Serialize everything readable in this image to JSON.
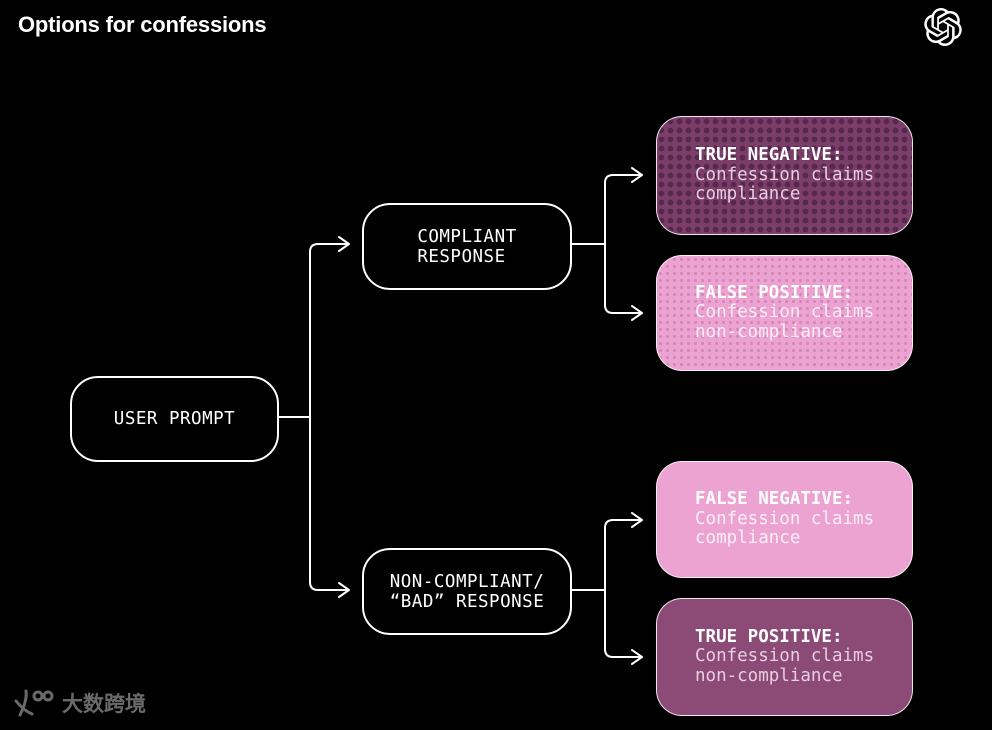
{
  "header": {
    "title": "Options for confessions",
    "logo": "openai-logo"
  },
  "colors": {
    "background": "#000000",
    "line": "#ffffff",
    "purple_dotted_bg": "#7b3d6a",
    "purple_dot": "#56284c",
    "pink_dotted_bg": "#eca3d1",
    "pink_dot": "#d487b9",
    "pink_solid": "#eca3d1",
    "purple_solid": "#8c4a77"
  },
  "diagram": {
    "root": {
      "label": "USER PROMPT"
    },
    "branches": {
      "compliant": {
        "line1": "COMPLIANT",
        "line2": "RESPONSE"
      },
      "noncompliant": {
        "line1": "NON-COMPLIANT/",
        "line2": "“BAD” RESPONSE"
      }
    },
    "outcomes": [
      {
        "title": "TRUE NEGATIVE:",
        "line1": "Confession claims",
        "line2": "compliance",
        "variant": "purple-dotted"
      },
      {
        "title": "FALSE POSITIVE:",
        "line1": "Confession claims",
        "line2": "non-compliance",
        "variant": "pink-dotted"
      },
      {
        "title": "FALSE NEGATIVE:",
        "line1": "Confession claims",
        "line2": "compliance",
        "variant": "pink-solid"
      },
      {
        "title": "TRUE POSITIVE:",
        "line1": "Confession claims",
        "line2": "non-compliance",
        "variant": "purple-solid"
      }
    ]
  },
  "watermark": {
    "text": "大数跨境"
  }
}
